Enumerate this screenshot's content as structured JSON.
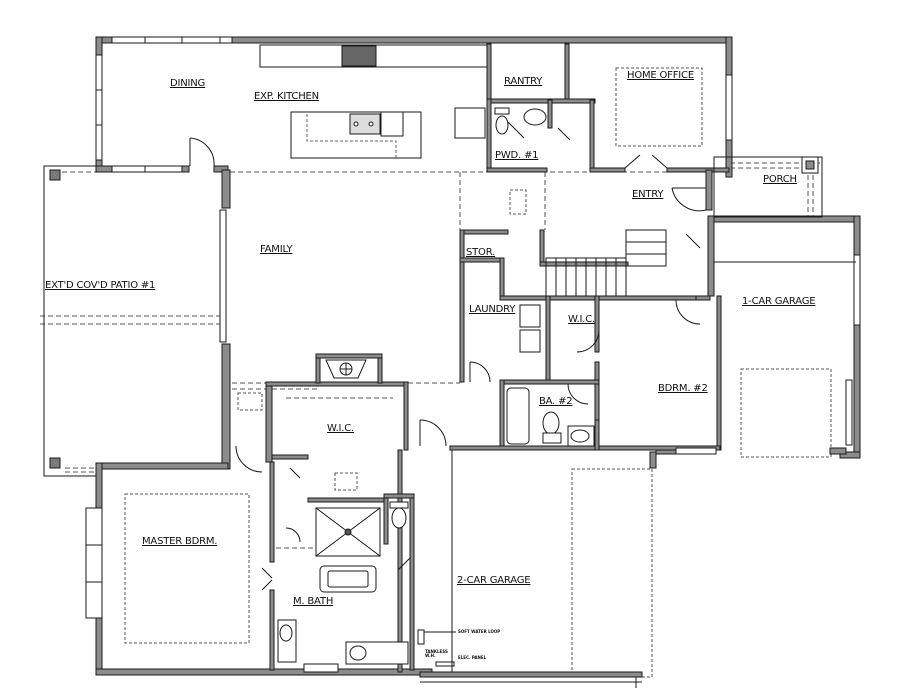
{
  "plan": {
    "type": "floor-plan",
    "colors": {
      "wall_fill": "#8c8c8c",
      "wall_line": "#1a1a1a",
      "background": "#ffffff"
    },
    "rooms": [
      {
        "id": "dining",
        "label": "DINING"
      },
      {
        "id": "kitchen",
        "label": "EXP. KITCHEN"
      },
      {
        "id": "pantry",
        "label": "RANTRY"
      },
      {
        "id": "home-office",
        "label": "HOME OFFICE"
      },
      {
        "id": "powder",
        "label": "PWD. #1"
      },
      {
        "id": "porch",
        "label": "PORCH"
      },
      {
        "id": "entry",
        "label": "ENTRY"
      },
      {
        "id": "family",
        "label": "FAMILY"
      },
      {
        "id": "patio",
        "label": "EXT'D COV'D PATIO #1"
      },
      {
        "id": "stor",
        "label": "STOR."
      },
      {
        "id": "laundry",
        "label": "LAUNDRY"
      },
      {
        "id": "wic-2",
        "label": "W.I.C."
      },
      {
        "id": "one-car-garage",
        "label": "1-CAR GARAGE"
      },
      {
        "id": "bdrm-2",
        "label": "BDRM. #2"
      },
      {
        "id": "bath-2",
        "label": "BA. #2"
      },
      {
        "id": "master-wic",
        "label": "W.I.C."
      },
      {
        "id": "master-bdrm",
        "label": "MASTER BDRM."
      },
      {
        "id": "master-bath",
        "label": "M. BATH"
      },
      {
        "id": "two-car-garage",
        "label": "2-CAR GARAGE"
      }
    ],
    "notes": {
      "soft_water": "SOFT WATER LOOP",
      "tankless": "TANKLESS W.H.",
      "elec_panel": "ELEC. PANEL"
    }
  }
}
